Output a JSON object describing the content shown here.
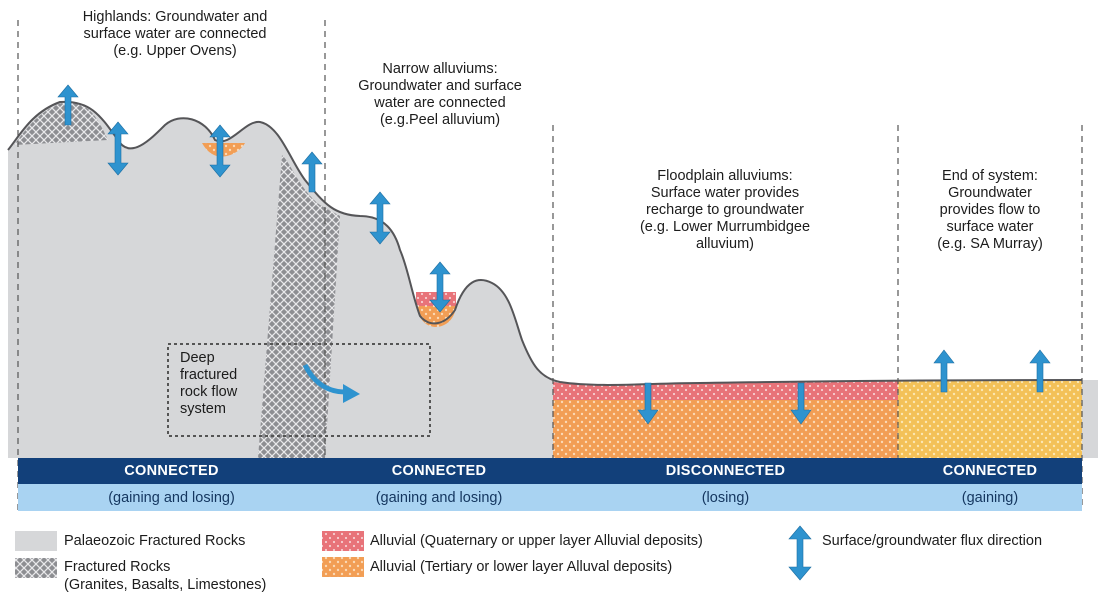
{
  "zones": [
    {
      "id": "highlands",
      "lines": [
        "Highlands: Groundwater and",
        "surface water are connected",
        "(e.g. Upper Ovens)"
      ]
    },
    {
      "id": "narrow",
      "lines": [
        "Narrow alluviums:",
        "Groundwater and surface",
        "water are connected",
        "(e.g.Peel alluvium)"
      ]
    },
    {
      "id": "floodplain",
      "lines": [
        "Floodplain alluviums:",
        "Surface water provides",
        "recharge to groundwater",
        "(e.g. Lower Murrumbidgee",
        "alluvium)"
      ]
    },
    {
      "id": "end",
      "lines": [
        "End of system:",
        "Groundwater",
        "provides flow to",
        "surface water",
        "(e.g. SA Murray)"
      ]
    }
  ],
  "deep_system": {
    "lines": [
      "Deep",
      "fractured",
      "rock flow",
      "system"
    ]
  },
  "status_bars": [
    {
      "status": "CONNECTED",
      "detail": "(gaining and losing)"
    },
    {
      "status": "CONNECTED",
      "detail": "(gaining and losing)"
    },
    {
      "status": "DISCONNECTED",
      "detail": "(losing)"
    },
    {
      "status": "CONNECTED",
      "detail": "(gaining)"
    }
  ],
  "legend": {
    "palaeozoic": "Palaeozoic Fractured Rocks",
    "fractured_line1": "Fractured Rocks",
    "fractured_line2": "(Granites, Basalts, Limestones)",
    "alluvial_upper": "Alluvial (Quaternary or upper layer Alluvial deposits)",
    "alluvial_lower": "Alluvial (Tertiary or lower layer Alluval deposits)",
    "flux": "Surface/groundwater flux direction"
  },
  "colors": {
    "rock": "#d6d7d9",
    "fractured_bg": "#8e8f93",
    "alluvial_upper": "#e56a6f",
    "alluvial_lower": "#f2a154",
    "alluvial_lower_end": "#f4c55a",
    "arrow": "#2e93cf",
    "bar_dark": "#12407a",
    "bar_light": "#a9d3f2"
  },
  "icons": [
    "double-arrow-icon",
    "up-arrow-icon",
    "down-arrow-icon",
    "curved-arrow-icon"
  ]
}
